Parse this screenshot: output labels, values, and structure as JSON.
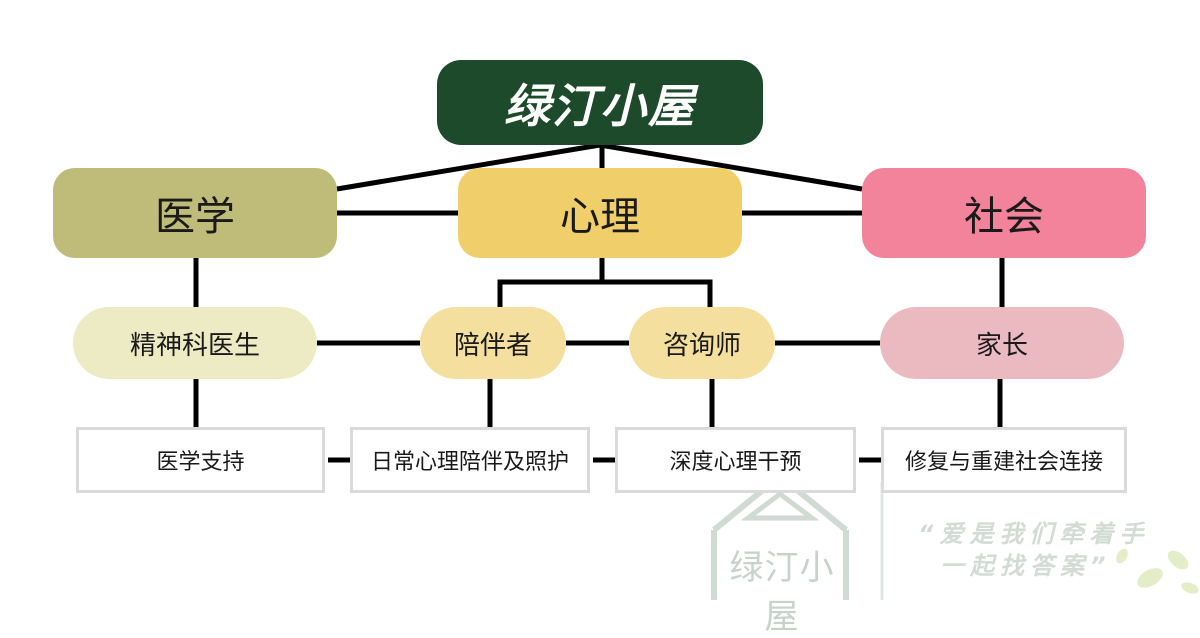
{
  "root": {
    "label": "绿汀小屋"
  },
  "categories": [
    {
      "label": "医学"
    },
    {
      "label": "心理"
    },
    {
      "label": "社会"
    }
  ],
  "roles": [
    {
      "label": "精神科医生"
    },
    {
      "label": "陪伴者"
    },
    {
      "label": "咨询师"
    },
    {
      "label": "家长"
    }
  ],
  "services": [
    {
      "label": "医学支持"
    },
    {
      "label": "日常心理陪伴及照护"
    },
    {
      "label": "深度心理干预"
    },
    {
      "label": "修复与重建社会连接"
    }
  ],
  "watermark": {
    "logo_text": "绿汀小屋",
    "slogan_line1": "“爱是我们牵着手",
    "slogan_line2": "一起找答案”"
  },
  "colors": {
    "root": "#1c4a2b",
    "medicine": "#bfbb78",
    "psychology": "#f0cf6a",
    "society": "#f2839a",
    "connector": "#000000"
  }
}
